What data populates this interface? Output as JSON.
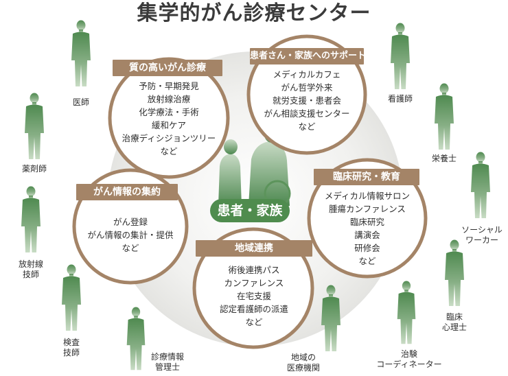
{
  "title": "集学的がん診療センター",
  "center": {
    "label": "患者・家族"
  },
  "clusters": {
    "quality": {
      "heading": "質の高いがん診療",
      "items": [
        "予防・早期発見",
        "放射線治療",
        "化学療法・手術",
        "緩和ケア",
        "治療ディシジョンツリー",
        "など"
      ]
    },
    "support": {
      "heading": "患者さん・家族へのサポート",
      "items": [
        "メディカルカフェ",
        "がん哲学外来",
        "就労支援・患者会",
        "がん相談支援センター",
        "など"
      ]
    },
    "info": {
      "heading": "がん情報の集約",
      "items": [
        "がん登録",
        "がん情報の集計・提供",
        "など"
      ]
    },
    "research": {
      "heading": "臨床研究・教育",
      "items": [
        "メディカル情報サロン",
        "腫瘍カンファレンス",
        "臨床研究",
        "講演会",
        "研修会",
        "など"
      ]
    },
    "regional": {
      "heading": "地域連携",
      "items": [
        "術後連携パス",
        "カンファレンス",
        "在宅支援",
        "認定看護師の派遣",
        "など"
      ]
    }
  },
  "people": {
    "doctor": "医師",
    "nurse": "看護師",
    "pharmacist": "薬剤師",
    "dietitian": "栄養士",
    "social_worker": [
      "ソーシャル",
      "ワーカー"
    ],
    "radiology_tech": [
      "放射線",
      "技師"
    ],
    "psychologist": [
      "臨床",
      "心理士"
    ],
    "lab_tech": [
      "検査",
      "技師"
    ],
    "info_manager": [
      "診療情報",
      "管理士"
    ],
    "regional_institution": [
      "地域の",
      "医療機関"
    ],
    "trial_coordinator": [
      "治験",
      "コーディネーター"
    ]
  },
  "colors": {
    "circle_border": "#a48467",
    "heading_bg": "#a48467",
    "center_bg": "#4f8c4e",
    "figure_green": "#6b9a6a",
    "backdrop": "#ececea"
  }
}
